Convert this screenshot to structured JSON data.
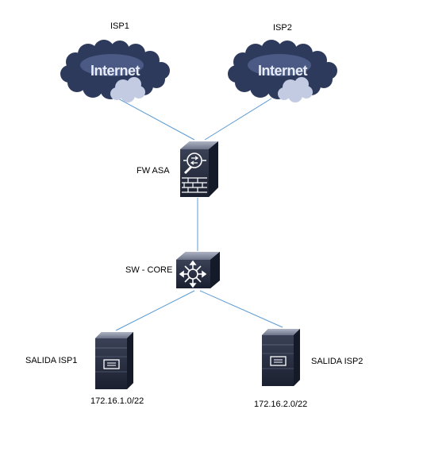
{
  "colors": {
    "link": "#5b9bd5",
    "cloud_dark": "#2d3a5c",
    "cloud_mid": "#4a5a85",
    "cloud_light": "#c3cbe3",
    "device_dark": "#1b2030",
    "device_mid": "#2f3548",
    "device_light": "#8d94a8"
  },
  "nodes": {
    "isp1": {
      "label": "ISP1",
      "cloud_text": "Internet",
      "icon": "internet-cloud-icon"
    },
    "isp2": {
      "label": "ISP2",
      "cloud_text": "Internet",
      "icon": "internet-cloud-icon"
    },
    "firewall": {
      "label": "FW ASA",
      "icon": "asa-firewall-icon"
    },
    "core_switch": {
      "label": "SW - CORE",
      "icon": "multilayer-switch-icon"
    },
    "exit_isp1": {
      "label": "SALIDA ISP1",
      "network": "172.16.1.0/22",
      "icon": "server-icon"
    },
    "exit_isp2": {
      "label": "SALIDA ISP2",
      "network": "172.16.2.0/22",
      "icon": "server-icon"
    }
  },
  "links": [
    {
      "from": "isp1",
      "to": "firewall"
    },
    {
      "from": "isp2",
      "to": "firewall"
    },
    {
      "from": "firewall",
      "to": "core_switch"
    },
    {
      "from": "core_switch",
      "to": "exit_isp1"
    },
    {
      "from": "core_switch",
      "to": "exit_isp2"
    }
  ]
}
